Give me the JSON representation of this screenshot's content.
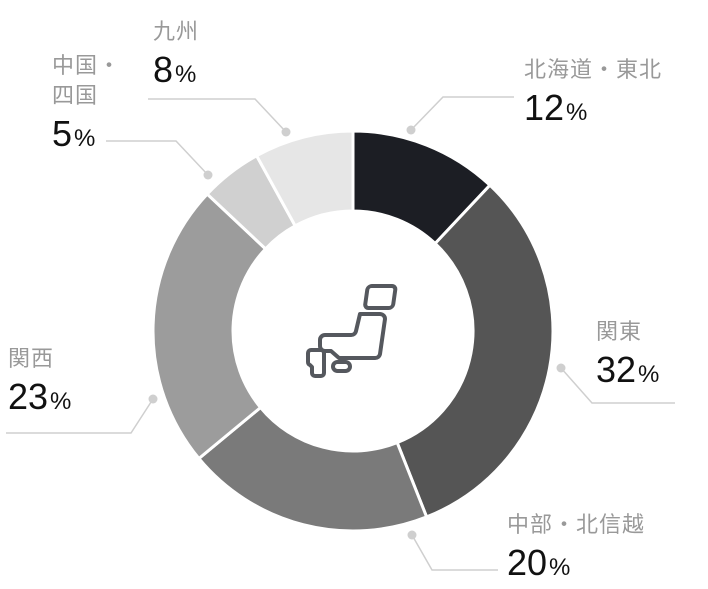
{
  "chart_data": {
    "type": "pie",
    "variant": "donut",
    "title": "",
    "categories": [
      "北海道・東北",
      "関東",
      "中部・北信越",
      "関西",
      "中国・四国",
      "九州"
    ],
    "values": [
      12,
      32,
      20,
      23,
      5,
      8
    ],
    "unit": "%",
    "colors": [
      "#1c1e24",
      "#555555",
      "#7a7a7a",
      "#9c9c9c",
      "#d0d0d0",
      "#e6e6e6"
    ],
    "start_angle_deg": 0,
    "direction": "clockwise",
    "center_icon": "japan-map-icon",
    "legend_position": "callout labels"
  },
  "labels": {
    "hokkaido": {
      "name": "北海道・東北",
      "value": "12",
      "unit": "%"
    },
    "kanto": {
      "name": "関東",
      "value": "32",
      "unit": "%"
    },
    "chubu": {
      "name": "中部・北信越",
      "value": "20",
      "unit": "%"
    },
    "kansai": {
      "name": "関西",
      "value": "23",
      "unit": "%"
    },
    "chugoku_line1": "中国・",
    "chugoku_line2": "四国",
    "chugoku": {
      "value": "5",
      "unit": "%"
    },
    "kyushu": {
      "name": "九州",
      "value": "8",
      "unit": "%"
    }
  }
}
